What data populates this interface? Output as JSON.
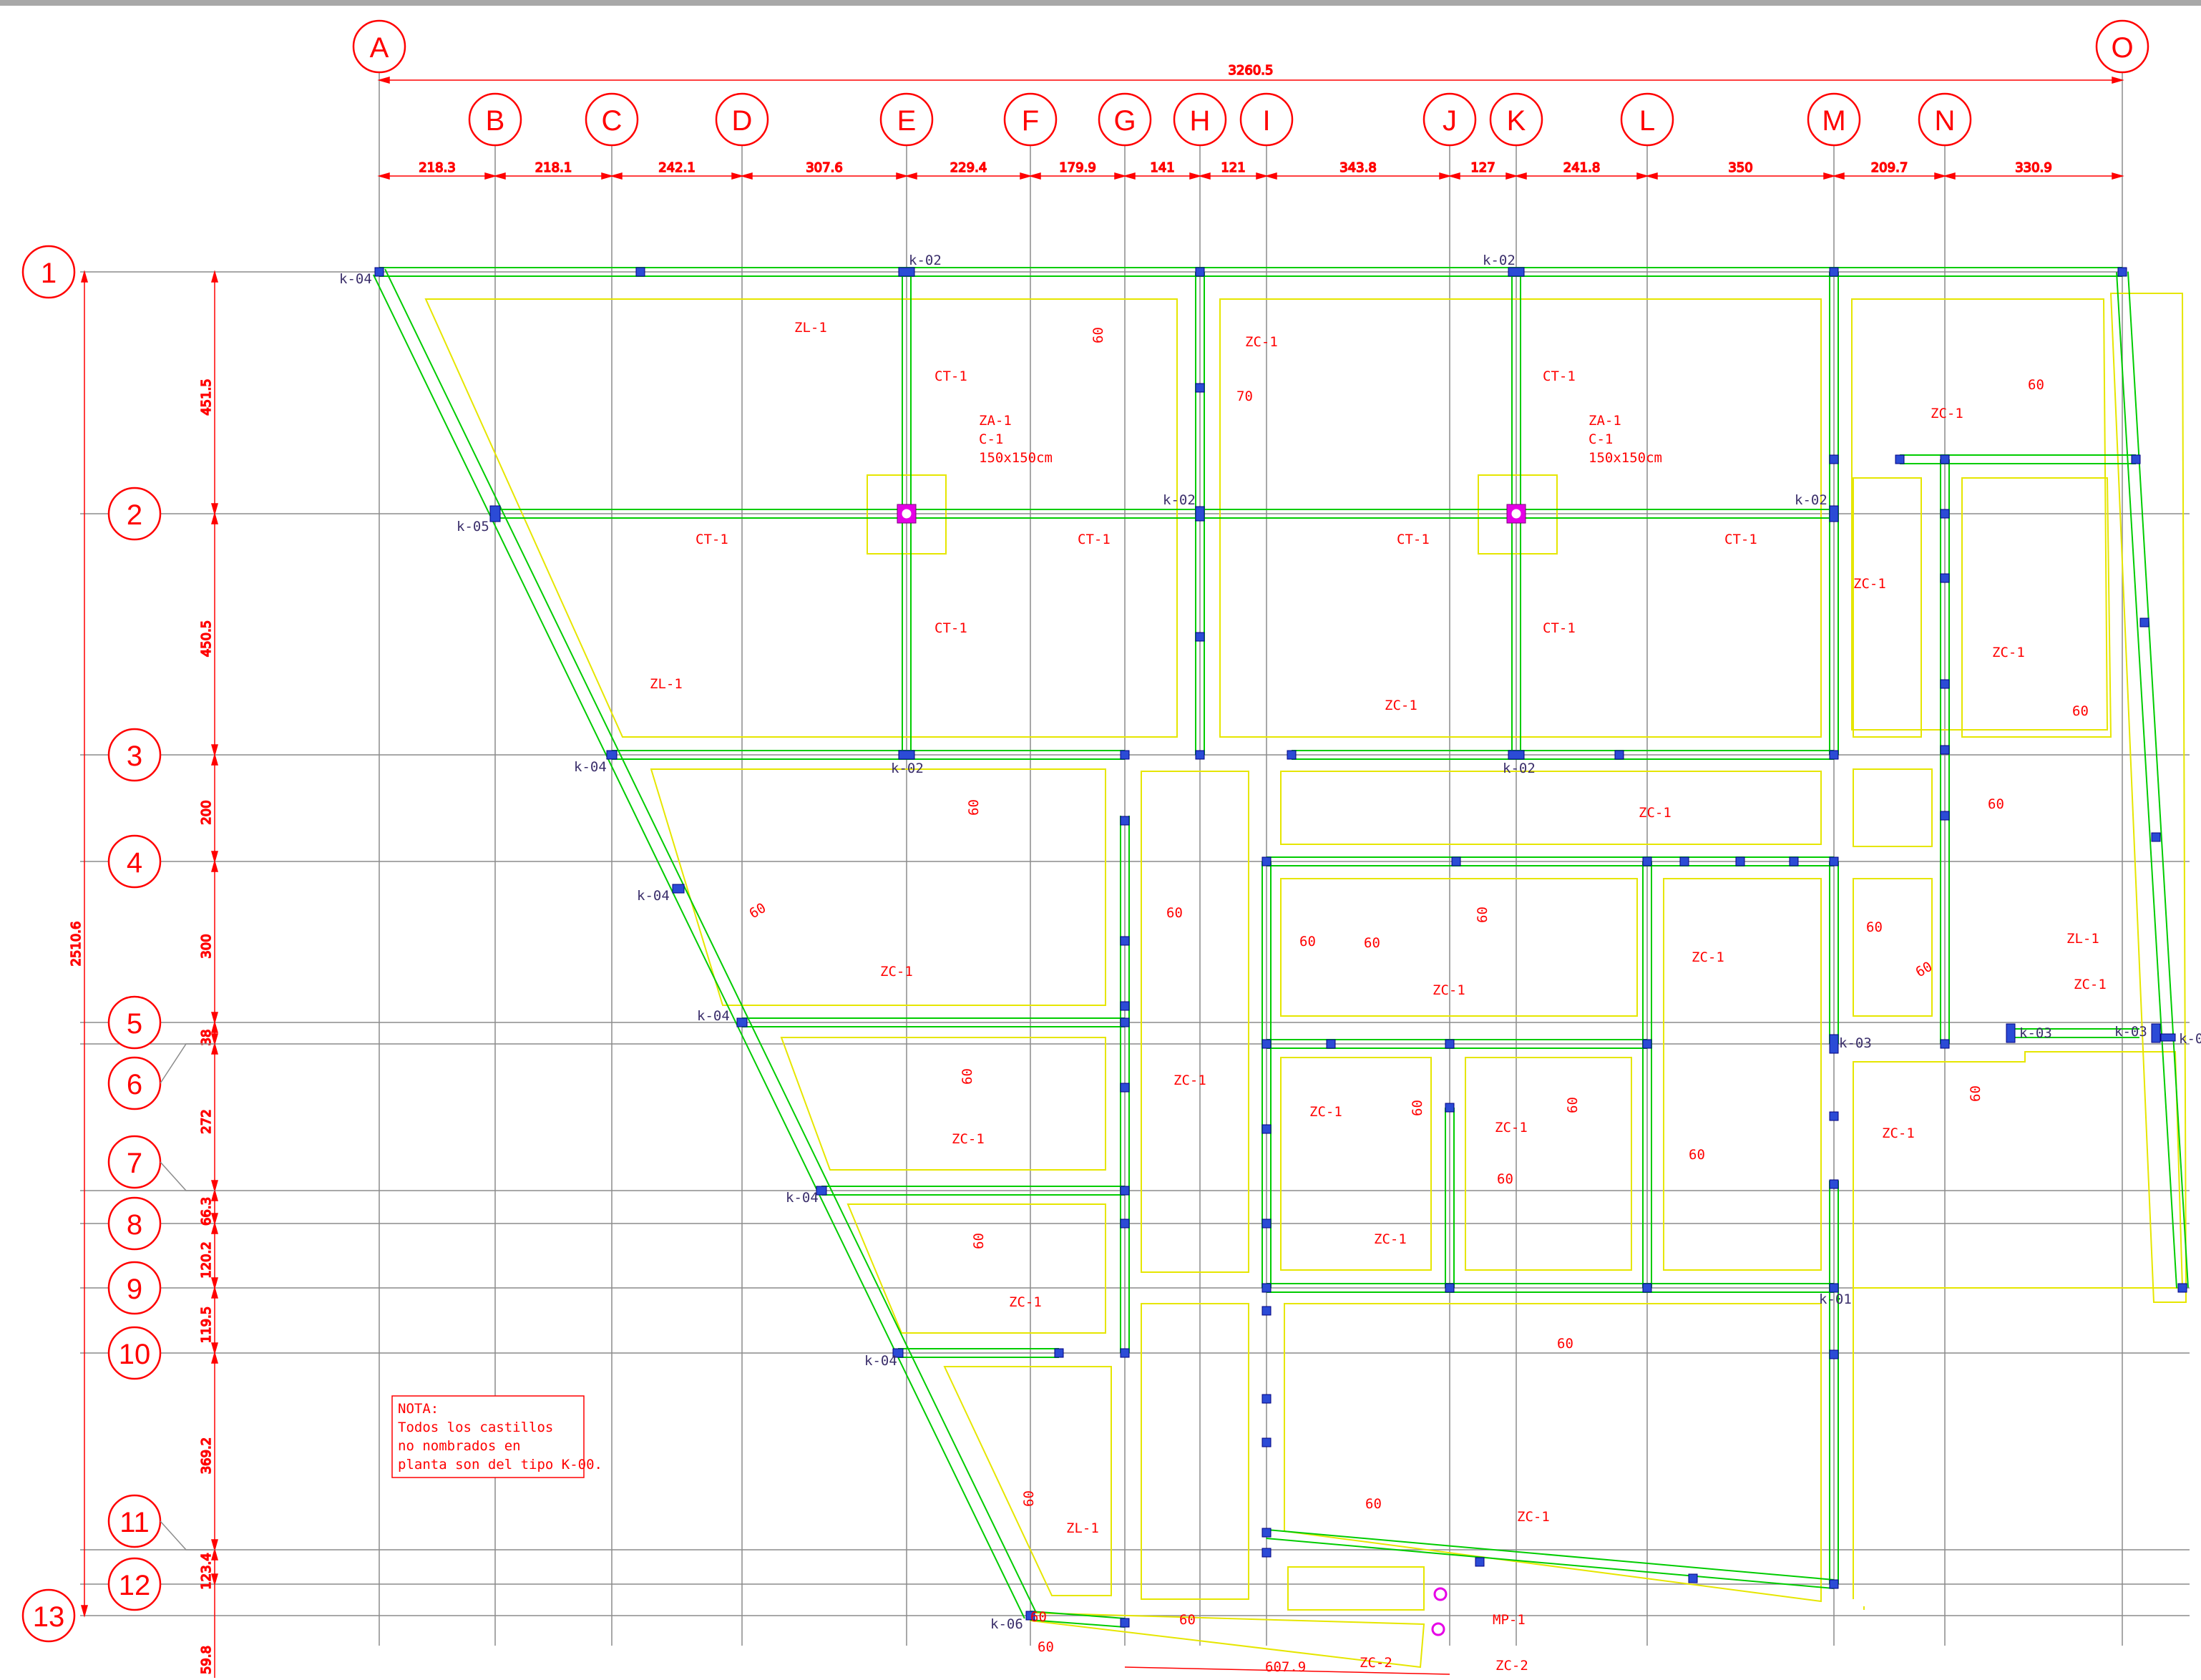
{
  "axes_letters": [
    {
      "id": "A"
    },
    {
      "id": "B"
    },
    {
      "id": "C"
    },
    {
      "id": "D"
    },
    {
      "id": "E"
    },
    {
      "id": "F"
    },
    {
      "id": "G"
    },
    {
      "id": "H"
    },
    {
      "id": "I"
    },
    {
      "id": "J"
    },
    {
      "id": "K"
    },
    {
      "id": "L"
    },
    {
      "id": "M"
    },
    {
      "id": "N"
    },
    {
      "id": "O"
    }
  ],
  "axes_numbers": [
    {
      "id": "1"
    },
    {
      "id": "2"
    },
    {
      "id": "3"
    },
    {
      "id": "4"
    },
    {
      "id": "5"
    },
    {
      "id": "6"
    },
    {
      "id": "7"
    },
    {
      "id": "8"
    },
    {
      "id": "9"
    },
    {
      "id": "10"
    },
    {
      "id": "11"
    },
    {
      "id": "12"
    },
    {
      "id": "13"
    }
  ],
  "overall_width": "3260.5",
  "overall_height": "2510.6",
  "bottom_dim": "59.8",
  "letter_spacings": [
    "218.3",
    "218.1",
    "242.1",
    "307.6",
    "229.4",
    "179.9",
    "141",
    "121",
    "343.8",
    "127",
    "241.8",
    "350",
    "209.7",
    "330.9"
  ],
  "number_spacings": [
    "451.5",
    "450.5",
    "200",
    "300",
    "38",
    "272",
    "66.3",
    "120.2",
    "119.5",
    "369.2",
    "123.4"
  ],
  "local_dims": {
    "d70": "70",
    "d60": "60",
    "d607": "607.9"
  },
  "labels": {
    "k04": "k-04",
    "k02": "k-02",
    "k05": "k-05",
    "k03": "k-03",
    "k01": "k-01",
    "k06": "k-06",
    "k0": "k-0",
    "zl1": "ZL-1",
    "zc1": "ZC-1",
    "zc2": "ZC-2",
    "ct1": "CT-1",
    "za1": "ZA-1",
    "c1": "C-1",
    "c1size": "150x150cm",
    "mp1": "MP-1"
  },
  "note": {
    "line1": "NOTA:",
    "line2": "Todos los castillos",
    "line3": "no nombrados en",
    "line4": "planta son del tipo K-00."
  },
  "colors": {
    "annotation": "#ff0000",
    "beam": "#00cc00",
    "footing": "#e6e600",
    "grid": "#8c8c8c",
    "column": "#2b4bd6",
    "special": "#e600e6"
  }
}
